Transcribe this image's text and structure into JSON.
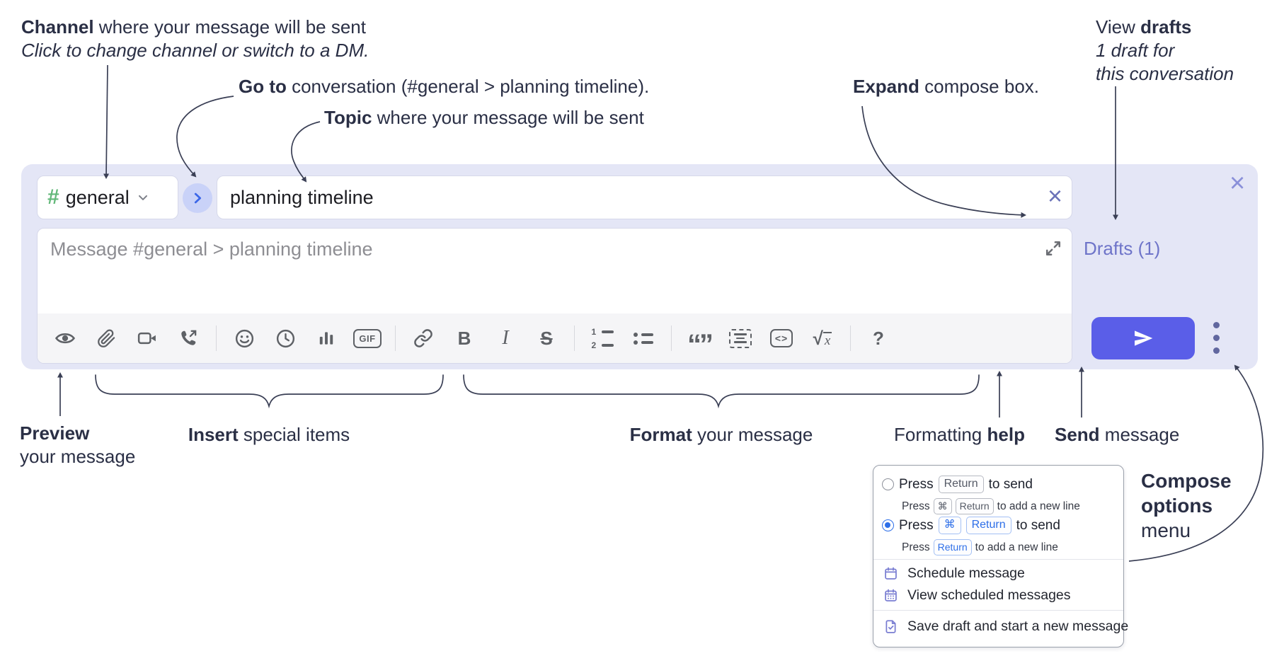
{
  "annotations": {
    "channel": {
      "bold": "Channel",
      "rest": " where your message will be sent",
      "sub": "Click to change channel or switch to a DM."
    },
    "goto": {
      "bold": "Go to",
      "rest": " conversation (#general > planning timeline)."
    },
    "topic": {
      "bold": "Topic",
      "rest": " where your message will be sent"
    },
    "expand": {
      "bold": "Expand",
      "rest": " compose box."
    },
    "view_drafts": {
      "pre": "View ",
      "bold": "drafts",
      "line2": "1 draft for",
      "line3": "this conversation"
    },
    "preview": {
      "bold": "Preview",
      "line2": "your message"
    },
    "insert": {
      "bold": "Insert",
      "rest": " special items"
    },
    "format": {
      "bold": "Format",
      "rest": " your message"
    },
    "formatting_help": {
      "pre": "Formatting ",
      "bold": "help"
    },
    "send": {
      "bold": "Send",
      "rest": " message"
    },
    "compose_options": {
      "line1": "Compose",
      "line2": "options",
      "line3": "menu"
    }
  },
  "composer": {
    "channel_hash": "#",
    "channel_name": "general",
    "topic_value": "planning timeline",
    "message_placeholder": "Message #general > planning timeline",
    "drafts_link": "Drafts (1)",
    "clear_icon": "×",
    "close_icon": "×",
    "toolbar": {
      "gif": "GIF",
      "bold": "B",
      "italic": "I",
      "strike": "S",
      "ol_1": "1",
      "ol_2": "2",
      "quote": "“”",
      "code": "<>",
      "sqrt_radical": "√",
      "sqrt_x": "x",
      "help": "?"
    }
  },
  "popup": {
    "option1": {
      "pre": "Press",
      "key1": "Return",
      "post": "to send",
      "sub_pre": "Press",
      "sub_key1": "⌘",
      "sub_key2": "Return",
      "sub_post": "to add a new line"
    },
    "option2": {
      "pre": "Press",
      "key1": "⌘",
      "key2": "Return",
      "post": "to send",
      "sub_pre": "Press",
      "sub_key1": "Return",
      "sub_post": "to add a new line"
    },
    "items": [
      {
        "label": "Schedule message"
      },
      {
        "label": "View scheduled messages"
      },
      {
        "label": "Save draft and start a new message"
      }
    ]
  },
  "colors": {
    "accent": "#5a5ee8",
    "panel_bg": "#e4e6f6",
    "drafts_link": "#6e74c9",
    "hash_green": "#62b879",
    "key_blue": "#2e6fe8",
    "annotation_text": "#2a2f45"
  }
}
